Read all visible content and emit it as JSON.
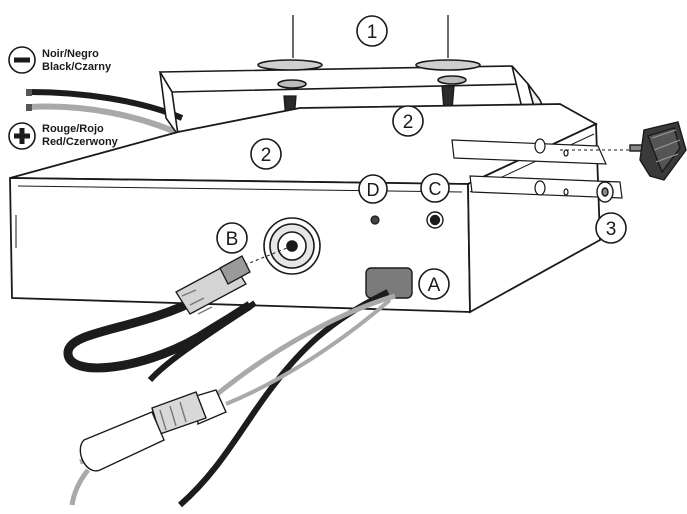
{
  "polarity": {
    "negative": {
      "symbol": "−",
      "line1": "Noir/Negro",
      "line2": "Black/Czarny"
    },
    "positive": {
      "symbol": "+",
      "line1": "Rouge/Rojo",
      "line2": "Red/Czerwony"
    }
  },
  "callouts": {
    "bracket": "1",
    "screw_left": "2",
    "screw_right": "2",
    "washer": "3",
    "antenna_jack": "B",
    "power_socket": "A",
    "jack_c": "C",
    "jack_d": "D"
  },
  "colors": {
    "stroke": "#1a1a1a",
    "cable_black": "#1c1c1c",
    "cable_gray": "#a9a9a9",
    "socket_gray": "#7b7b7b",
    "fill": "#ffffff"
  }
}
